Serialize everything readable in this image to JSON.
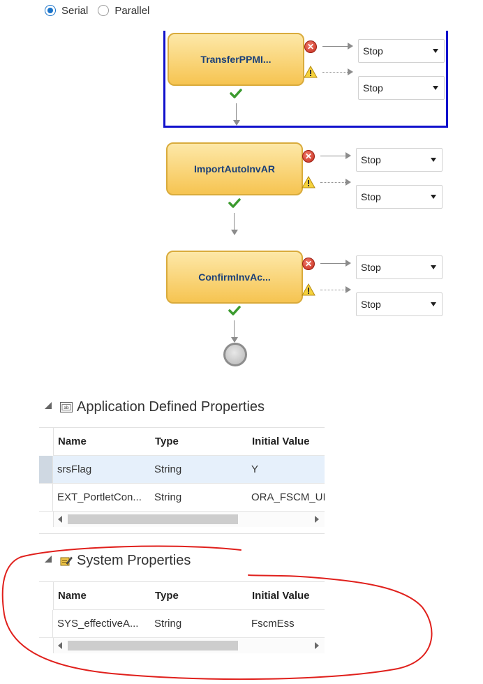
{
  "execution_mode": {
    "options": [
      {
        "label": "Serial",
        "selected": true
      },
      {
        "label": "Parallel",
        "selected": false
      }
    ]
  },
  "steps": [
    {
      "label": "TransferPPMI...",
      "on_error": "Stop",
      "on_warning": "Stop"
    },
    {
      "label": "ImportAutoInvAR",
      "on_error": "Stop",
      "on_warning": "Stop"
    },
    {
      "label": "ConfirmInvAc...",
      "on_error": "Stop",
      "on_warning": "Stop"
    }
  ],
  "icons": {
    "error": "error-circle-icon",
    "warning": "warning-triangle-icon",
    "success": "checkmark-icon",
    "end": "end-node-icon"
  },
  "application_properties": {
    "title": "Application Defined Properties",
    "columns": [
      "Name",
      "Type",
      "Initial Value"
    ],
    "rows": [
      {
        "name": "srsFlag",
        "type": "String",
        "initial_value": "Y",
        "selected": true
      },
      {
        "name": "EXT_PortletCon...",
        "type": "String",
        "initial_value": "ORA_FSCM_UI",
        "selected": false
      }
    ]
  },
  "system_properties": {
    "title": "System Properties",
    "columns": [
      "Name",
      "Type",
      "Initial Value"
    ],
    "rows": [
      {
        "name": "SYS_effectiveA...",
        "type": "String",
        "initial_value": "FscmEss"
      }
    ]
  },
  "colors": {
    "selection_frame": "#1111cc",
    "annotation_circle": "#e0201c",
    "node_fill": "#f6c451",
    "node_text": "#1a3f78",
    "radio_accent": "#1a73c9"
  }
}
